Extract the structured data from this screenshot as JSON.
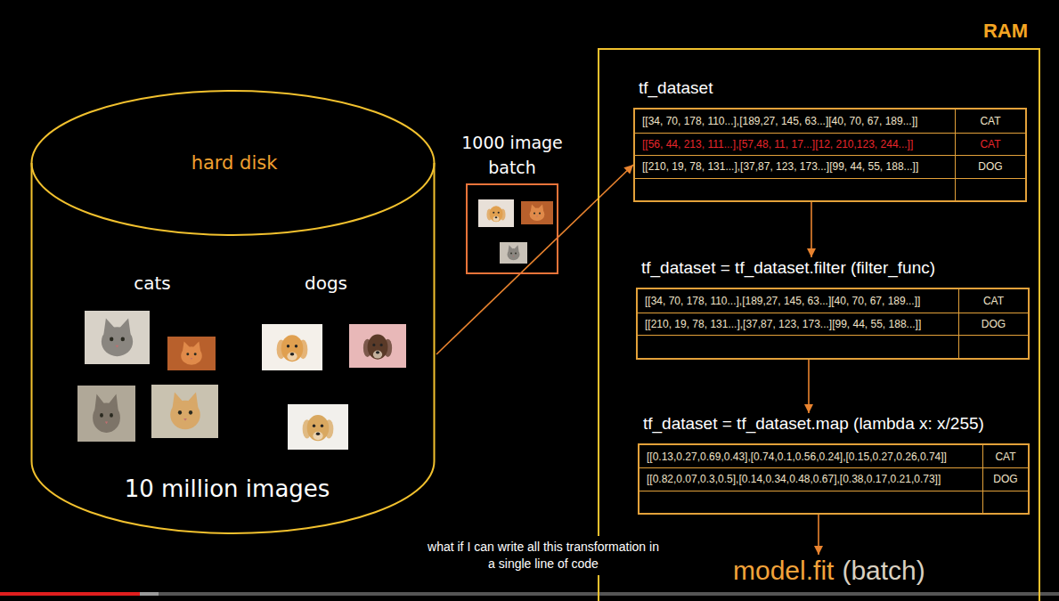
{
  "diagram": {
    "caption": "what if I can write all this transformation in a single line of code",
    "nodes": [
      {
        "text": [
          "hard disk",
          "cats",
          "dogs",
          "10 million images"
        ]
      },
      {
        "text": [
          "1000 image batch"
        ]
      },
      {
        "text": [
          "RAM"
        ]
      },
      {
        "text": [
          "tf_dataset",
          "[[34, 70, 178, 110...],[189,27, 145, 63...][40, 70, 67, 189...]]",
          "CAT",
          "[[56, 44, 213, 111...],[57,48, 11, 17...][12, 210,123, 244...]]",
          "CAT",
          "[[210, 19, 78, 131...],[37,87, 123, 173...][99, 44, 55, 188...]]",
          "DOG"
        ],
        "in": 2
      },
      {
        "text": [
          "tf_dataset = tf_dataset.filter (filter_func)",
          "[[34, 70, 178, 110...],[189,27, 145, 63...][40, 70, 67, 189...]]",
          "CAT",
          "[[210, 19, 78, 131...],[37,87, 123, 173...][99, 44, 55, 188...]]",
          "DOG"
        ],
        "in": 2
      },
      {
        "text": [
          "tf_dataset = tf_dataset.map (lambda x: x/255)",
          "[[0.13,0.27,0.69,0.43],[0.74,0.1,0.56,0.24],[0.15,0.27,0.26,0.74]]",
          "CAT",
          "[[0.82,0.07,0.3,0.5],[0.14,0.34,0.48,0.67],[0.38,0.17,0.21,0.73]]",
          "DOG"
        ],
        "in": 2
      },
      {
        "text": [
          "model.fit",
          "(batch)"
        ],
        "in": 2
      }
    ],
    "edges": [
      {
        "from": 0,
        "to": 3,
        "arrow": "to"
      },
      {
        "from": 3,
        "to": 4,
        "arrow": "to"
      },
      {
        "from": 4,
        "to": 5,
        "arrow": "to"
      },
      {
        "from": 5,
        "to": 6,
        "arrow": "to"
      }
    ]
  }
}
